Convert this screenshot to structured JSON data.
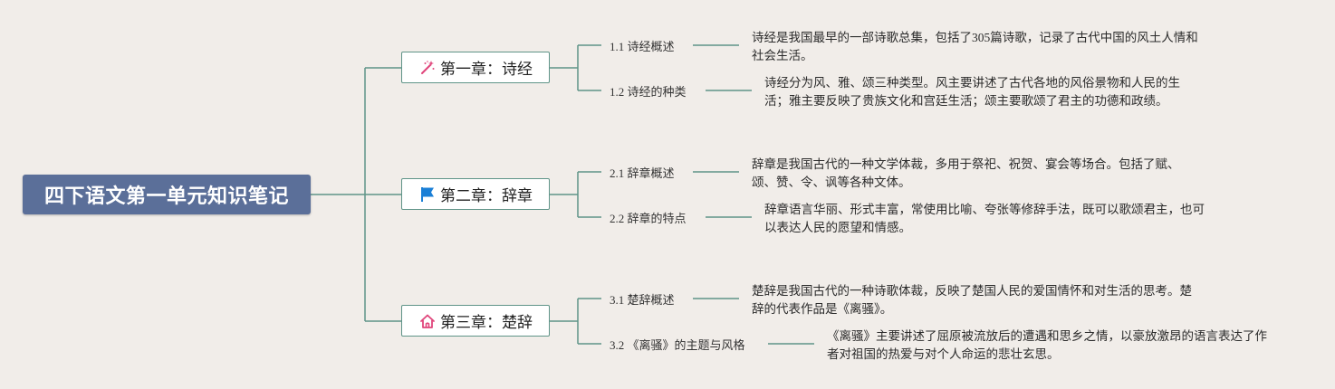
{
  "root": {
    "title": "四下语文第一单元知识笔记"
  },
  "colors": {
    "background": "#f1ede9",
    "root_fill": "#5b6f99",
    "connector": "#5f9488",
    "icon_wand": "#e0457b",
    "icon_flag": "#1a7fd6",
    "icon_home": "#e0457b"
  },
  "chapters": [
    {
      "title": "第一章：诗经",
      "icon": "magic-wand-icon",
      "sections": [
        {
          "label": "1.1 诗经概述",
          "text": "诗经是我国最早的一部诗歌总集，包括了305篇诗歌，记录了古代中国的风土人情和社会生活。"
        },
        {
          "label": "1.2 诗经的种类",
          "text": "诗经分为风、雅、颂三种类型。风主要讲述了古代各地的风俗景物和人民的生活；雅主要反映了贵族文化和宫廷生活；颂主要歌颂了君主的功德和政绩。"
        }
      ]
    },
    {
      "title": "第二章：辞章",
      "icon": "flag-icon",
      "sections": [
        {
          "label": "2.1 辞章概述",
          "text": "辞章是我国古代的一种文学体裁，多用于祭祀、祝贺、宴会等场合。包括了赋、颂、赞、令、讽等各种文体。"
        },
        {
          "label": "2.2 辞章的特点",
          "text": "辞章语言华丽、形式丰富，常使用比喻、夸张等修辞手法，既可以歌颂君主，也可以表达人民的愿望和情感。"
        }
      ]
    },
    {
      "title": "第三章：楚辞",
      "icon": "home-icon",
      "sections": [
        {
          "label": "3.1 楚辞概述",
          "text": "楚辞是我国古代的一种诗歌体裁，反映了楚国人民的爱国情怀和对生活的思考。楚辞的代表作品是《离骚》。"
        },
        {
          "label": "3.2 《离骚》的主题与风格",
          "text": "《离骚》主要讲述了屈原被流放后的遭遇和思乡之情，以豪放激昂的语言表达了作者对祖国的热爱与对个人命运的悲壮玄思。"
        }
      ]
    }
  ]
}
